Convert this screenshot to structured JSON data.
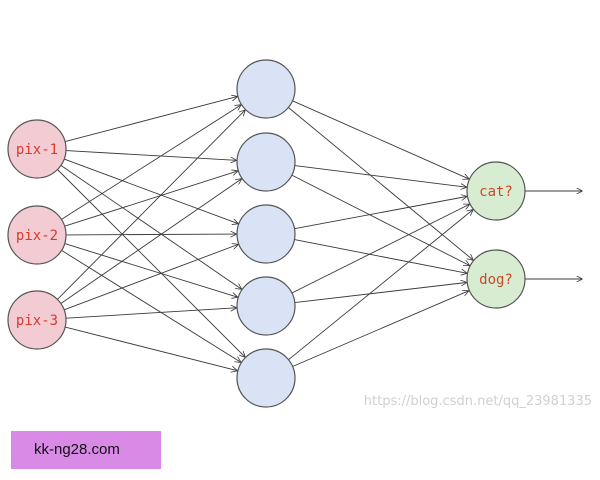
{
  "network": {
    "inputs": [
      {
        "label": "pix-1"
      },
      {
        "label": "pix-2"
      },
      {
        "label": "pix-3"
      }
    ],
    "hidden_count": 5,
    "outputs": [
      {
        "label": "cat?"
      },
      {
        "label": "dog?"
      }
    ]
  },
  "watermark": {
    "text": "https://blog.csdn.net/qq_23981335"
  },
  "banner": {
    "text": "kk-ng28.com"
  },
  "colors": {
    "input_fill": "#f2cbd3",
    "input_text": "#d93a2b",
    "hidden_fill": "#d9e3f5",
    "output_fill": "#d8ecd1",
    "output_text": "#c84a2a",
    "stroke": "#555555",
    "edge": "#3a3a3a",
    "watermark": "#d0d0d0",
    "banner_bg": "#d98ae6"
  }
}
